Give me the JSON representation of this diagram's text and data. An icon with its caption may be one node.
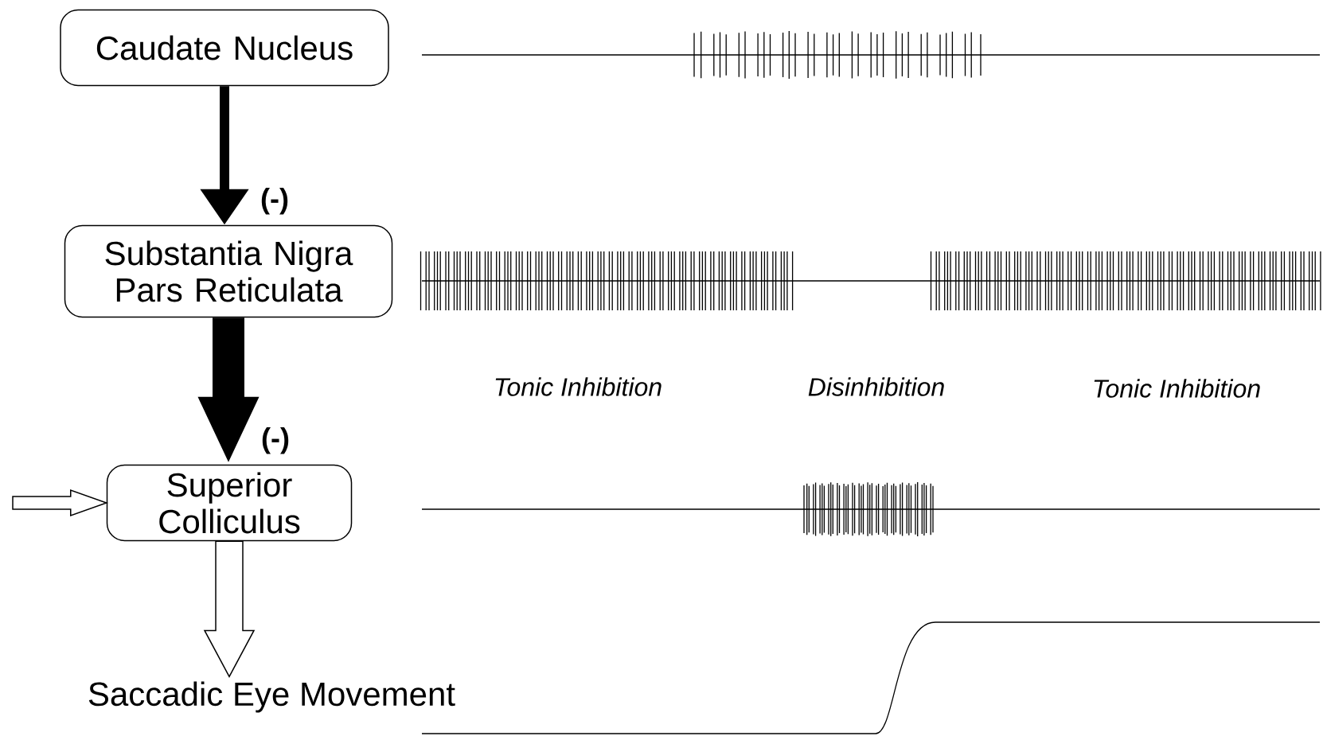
{
  "diagram": {
    "nodes": [
      {
        "text": [
          "Caudate Nucleus"
        ]
      },
      {
        "text": [
          "Substantia Nigra Pars Reticulata"
        ]
      },
      {
        "text": [
          "Superior Colliculus"
        ]
      },
      {
        "text": [
          "Saccadic Eye Movement"
        ]
      }
    ],
    "edges": [
      {
        "from": 0,
        "to": 1,
        "arrow": "to",
        "label": "(-)"
      },
      {
        "from": 1,
        "to": 2,
        "arrow": "to",
        "label": "(-)",
        "style": "thick"
      },
      {
        "from": null,
        "to": 2,
        "arrow": "to"
      },
      {
        "from": 2,
        "to": 3,
        "arrow": "to"
      }
    ],
    "labels": [
      "Tonic Inhibition",
      "Disinhibition",
      "Tonic Inhibition"
    ]
  }
}
